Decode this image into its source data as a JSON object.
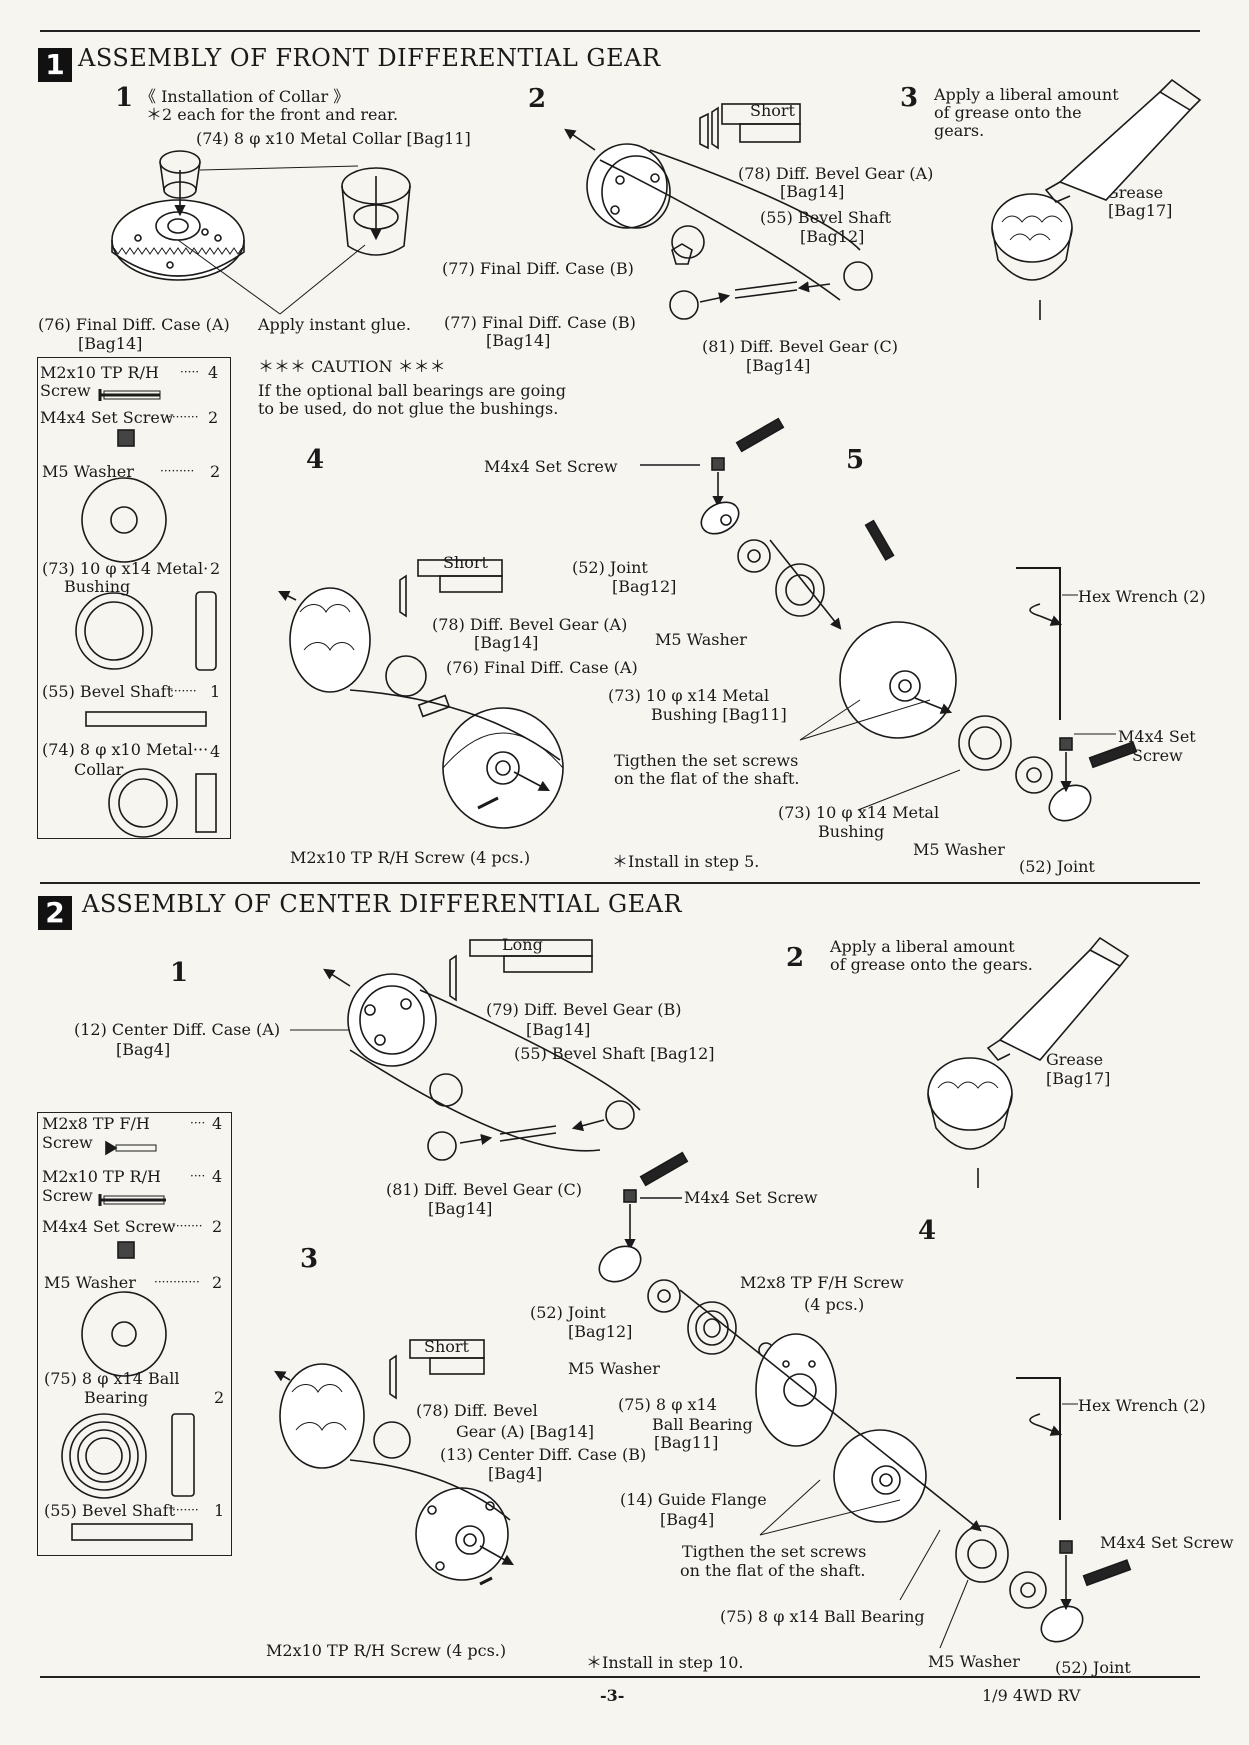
{
  "page_number": "-3-",
  "model": "1/9 4WD RV",
  "section1": {
    "number": "1",
    "title": "ASSEMBLY OF FRONT DIFFERENTIAL GEAR",
    "step1": {
      "num": "1",
      "heading": "《 Installation of Collar 》",
      "note": "＊2 each for the front and rear.",
      "collar": "(74) 8 φ x10 Metal Collar [Bag11]",
      "case_a": "(76) Final Diff. Case (A)",
      "case_a_bag": "[Bag14]",
      "glue": "Apply instant glue.",
      "case_b": "(77) Final Diff. Case (B)",
      "case_b_bag": "[Bag14]"
    },
    "step2": {
      "num": "2",
      "short": "Short",
      "gear_a": "(78) Diff. Bevel Gear (A)",
      "gear_a_bag": "[Bag14]",
      "shaft": "(55) Bevel Shaft",
      "shaft_bag": "[Bag12]",
      "case_b": "(77) Final Diff. Case (B)",
      "gear_c": "(81) Diff. Bevel Gear (C)",
      "gear_c_bag": "[Bag14]"
    },
    "step3": {
      "num": "3",
      "text1": "Apply a liberal amount",
      "text2": "of grease onto the",
      "text3": "gears.",
      "grease": "Grease",
      "grease_bag": "[Bag17]"
    },
    "caution": {
      "title": "＊＊＊ CAUTION ＊＊＊",
      "line1": "If the optional ball bearings are going",
      "line2": "to be used, do not glue the bushings."
    },
    "parts": [
      {
        "name": "M2x10 TP R/H",
        "name2": "Screw",
        "dots": "·····",
        "qty": "4"
      },
      {
        "name": "M4x4 Set Screw",
        "dots": "········",
        "qty": "2"
      },
      {
        "name": "M5 Washer",
        "dots": "·········",
        "qty": "2"
      },
      {
        "name": "(73) 10 φ x14 Metal·",
        "name2": "Bushing",
        "qty": "2"
      },
      {
        "name": "(55) Bevel Shaft",
        "dots": "·······",
        "qty": "1"
      },
      {
        "name": "(74) 8 φ x10 Metal···",
        "name2": "Collar",
        "qty": "4"
      }
    ],
    "step4": {
      "num": "4",
      "short": "Short",
      "gear_a": "(78) Diff. Bevel Gear (A)",
      "gear_a_bag": "[Bag14]",
      "case_a": "(76) Final Diff. Case (A)",
      "screw": "M2x10 TP R/H Screw (4 pcs.)"
    },
    "step5": {
      "num": "5",
      "setscrew": "M4x4 Set Screw",
      "joint": "(52) Joint",
      "joint_bag": "[Bag12]",
      "washer": "M5 Washer",
      "bushing": "(73) 10 φ x14 Metal",
      "bushing_bag": "Bushing [Bag11]",
      "tighten1": "Tigthen the set screws",
      "tighten2": "on the flat of the shaft.",
      "bushing2": "(73) 10 φ x14 Metal",
      "bushing2b": "Bushing",
      "washer2": "M5 Washer",
      "joint2": "(52) Joint",
      "hex": "Hex Wrench (2)",
      "setscrew2a": "M4x4 Set",
      "setscrew2b": "Screw",
      "install": "＊Install in step 5."
    }
  },
  "section2": {
    "number": "2",
    "title": "ASSEMBLY OF CENTER DIFFERENTIAL GEAR",
    "step1": {
      "num": "1",
      "long": "Long",
      "case": "(12) Center Diff. Case (A)",
      "case_bag": "[Bag4]",
      "gear_b": "(79) Diff. Bevel Gear (B)",
      "gear_b_bag": "[Bag14]",
      "shaft": "(55) Bevel Shaft [Bag12]",
      "gear_c": "(81) Diff. Bevel Gear (C)",
      "gear_c_bag": "[Bag14]"
    },
    "step2": {
      "num": "2",
      "text1": "Apply a liberal amount",
      "text2": "of grease onto the gears.",
      "grease": "Grease",
      "grease_bag": "[Bag17]"
    },
    "parts": [
      {
        "name": "M2x8 TP F/H",
        "name2": "Screw",
        "dots": "····",
        "qty": "4"
      },
      {
        "name": "M2x10 TP R/H",
        "name2": "Screw",
        "dots": "····",
        "qty": "4"
      },
      {
        "name": "M4x4 Set Screw",
        "dots": "········",
        "qty": "2"
      },
      {
        "name": "M5 Washer",
        "dots": "············",
        "qty": "2"
      },
      {
        "name": "(75) 8 φ x14 Ball",
        "name2": "Bearing",
        "qty": "2"
      },
      {
        "name": "(55) Bevel Shaft",
        "dots": "·······",
        "qty": "1"
      }
    ],
    "step3": {
      "num": "3",
      "short": "Short",
      "gear_a": "(78) Diff. Bevel",
      "gear_a2": "Gear (A) [Bag14]",
      "case_b": "(13) Center Diff. Case (B)",
      "case_b_bag": "[Bag4]",
      "screw": "M2x10 TP R/H Screw (4 pcs.)"
    },
    "step4": {
      "num": "4",
      "setscrew": "M4x4 Set Screw",
      "joint": "(52) Joint",
      "joint_bag": "[Bag12]",
      "washer": "M5 Washer",
      "fh_screw": "M2x8 TP F/H Screw",
      "fh_pcs": "(4 pcs.)",
      "bearing": "(75) 8 φ x14",
      "bearing2": "Ball Bearing",
      "bearing_bag": "[Bag11]",
      "flange": "(14) Guide Flange",
      "flange_bag": "[Bag4]",
      "tighten1": "Tigthen the set screws",
      "tighten2": "on the flat of the shaft.",
      "bearing3": "(75) 8 φ x14 Ball Bearing",
      "washer2": "M5 Washer",
      "joint2": "(52) Joint",
      "hex": "Hex Wrench (2)",
      "setscrew2": "M4x4 Set Screw",
      "install": "＊Install in step 10."
    }
  }
}
